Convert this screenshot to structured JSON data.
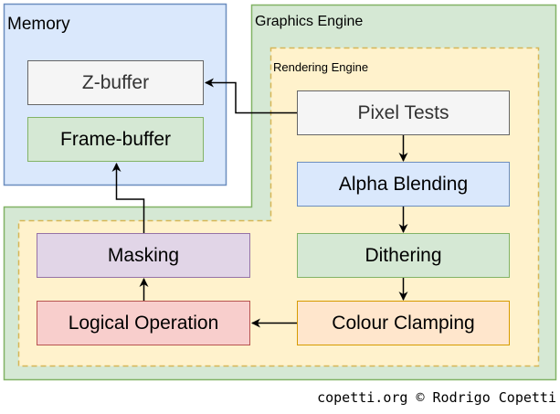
{
  "containers": {
    "memory": {
      "label": "Memory",
      "fill": "#dae8fc",
      "stroke": "#6c8ebf"
    },
    "graphics_engine": {
      "label": "Graphics Engine",
      "fill": "#d5e8d4",
      "stroke": "#82b366"
    },
    "rendering_engine": {
      "label": "Rendering Engine",
      "fill": "#fff2cc",
      "stroke": "#d6b656"
    }
  },
  "nodes": {
    "z_buffer": {
      "label": "Z-buffer",
      "fill": "#f5f5f5",
      "stroke": "#666666",
      "text_color": "#333333"
    },
    "frame_buffer": {
      "label": "Frame-buffer",
      "fill": "#d5e8d4",
      "stroke": "#82b366",
      "text_color": "#000000"
    },
    "pixel_tests": {
      "label": "Pixel Tests",
      "fill": "#f5f5f5",
      "stroke": "#666666",
      "text_color": "#333333"
    },
    "alpha_blending": {
      "label": "Alpha Blending",
      "fill": "#dae8fc",
      "stroke": "#6c8ebf",
      "text_color": "#000000"
    },
    "dithering": {
      "label": "Dithering",
      "fill": "#d5e8d4",
      "stroke": "#82b366",
      "text_color": "#000000"
    },
    "colour_clamping": {
      "label": "Colour Clamping",
      "fill": "#ffe6cc",
      "stroke": "#d79b00",
      "text_color": "#000000"
    },
    "masking": {
      "label": "Masking",
      "fill": "#e1d5e7",
      "stroke": "#9673a6",
      "text_color": "#000000"
    },
    "logical_operation": {
      "label": "Logical Operation",
      "fill": "#f8cecc",
      "stroke": "#b85450",
      "text_color": "#000000"
    }
  },
  "edges": [
    {
      "from": "Pixel Tests",
      "to": "Z-buffer"
    },
    {
      "from": "Pixel Tests",
      "to": "Alpha Blending"
    },
    {
      "from": "Alpha Blending",
      "to": "Dithering"
    },
    {
      "from": "Dithering",
      "to": "Colour Clamping"
    },
    {
      "from": "Colour Clamping",
      "to": "Logical Operation"
    },
    {
      "from": "Logical Operation",
      "to": "Masking"
    },
    {
      "from": "Masking",
      "to": "Frame-buffer"
    }
  ],
  "footer": {
    "credit": "copetti.org © Rodrigo Copetti"
  }
}
